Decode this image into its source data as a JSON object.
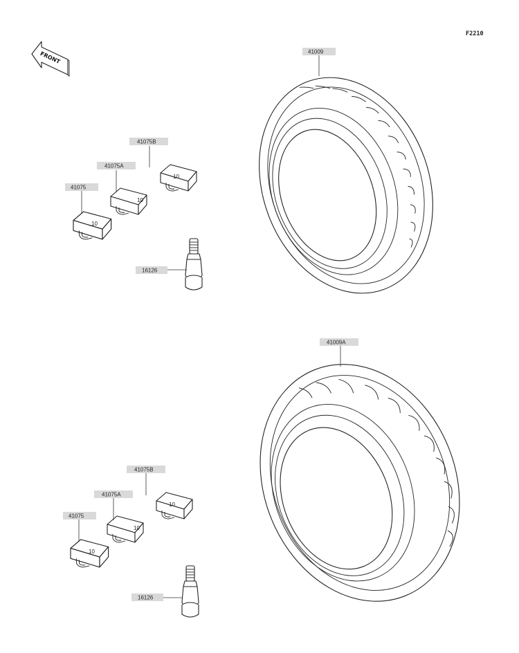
{
  "figure_code": "F2210",
  "front_arrow_label": "FRONT",
  "callouts": {
    "front_tire": "41009",
    "rear_tire": "41009A",
    "weight_b_top": "41075B",
    "weight_a_top": "41075A",
    "weight_top": "41075",
    "valve_top": "16126",
    "weight_b_bottom": "41075B",
    "weight_a_bottom": "41075A",
    "weight_bottom": "41075",
    "valve_bottom": "16126"
  },
  "weight_mark": "10"
}
